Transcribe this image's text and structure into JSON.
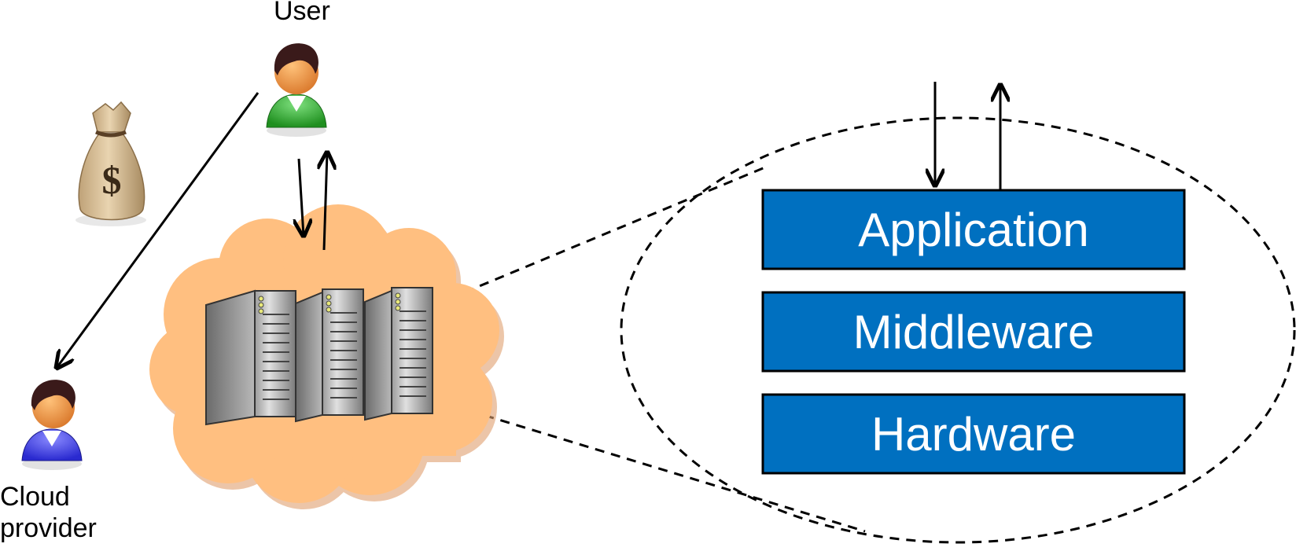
{
  "labels": {
    "user": "User",
    "cloud_provider_line1": "Cloud",
    "cloud_provider_line2": "provider"
  },
  "layers": [
    {
      "label": "Application"
    },
    {
      "label": "Middleware"
    },
    {
      "label": "Hardware"
    }
  ],
  "icons": {
    "user": "user-avatar-icon",
    "cloud_provider": "cloud-provider-avatar-icon",
    "payment": "money-bag-icon",
    "cloud": "cloud-icon",
    "servers": "server-rack-icon"
  },
  "colors": {
    "layer_fill": "#0070c0",
    "cloud_fill": "#ffbf80",
    "user_shirt": "#2eaa2e",
    "provider_shirt": "#3a3ae0",
    "money_bag": "#d6b98c"
  }
}
